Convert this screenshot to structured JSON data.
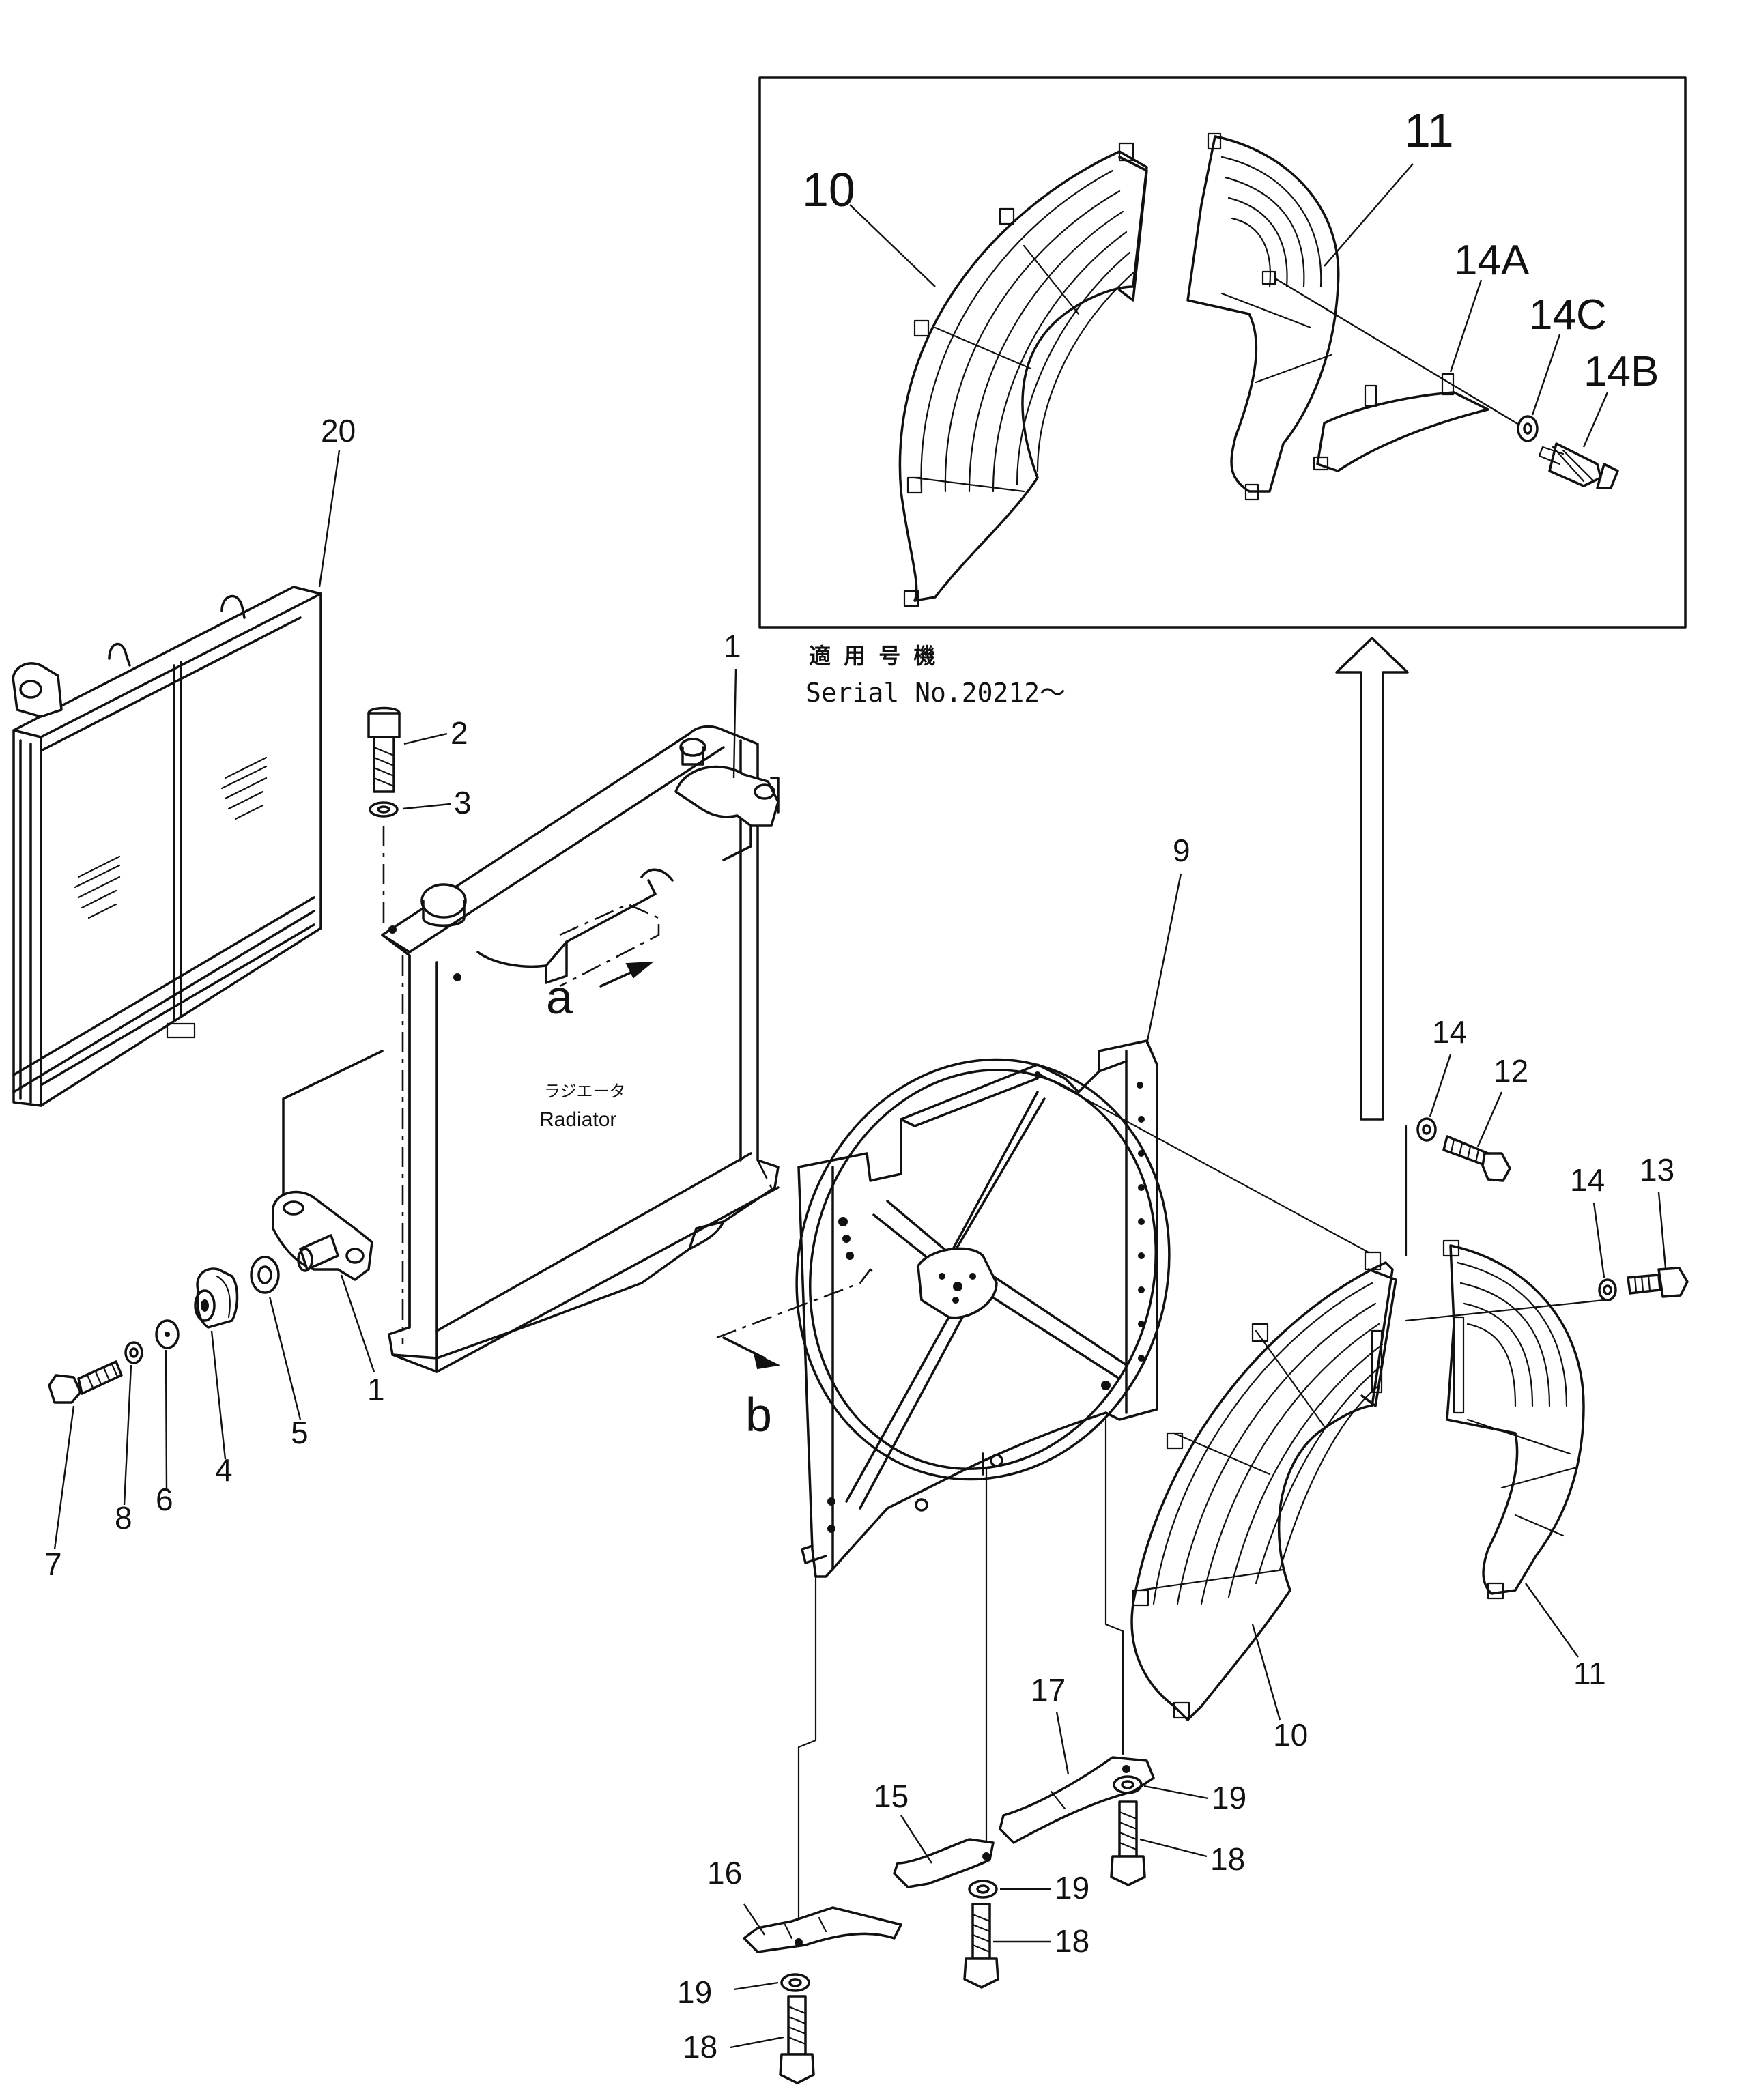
{
  "labels": {
    "p1_top": "1",
    "p1_bottom": "1",
    "p2": "2",
    "p3": "3",
    "p4": "4",
    "p5": "5",
    "p6": "6",
    "p7": "7",
    "p8": "8",
    "p9": "9",
    "p10_inset": "10",
    "p10_main": "10",
    "p11_inset": "11",
    "p11_main": "11",
    "p12": "12",
    "p13": "13",
    "p14_a": "14",
    "p14_b": "14",
    "p14A": "14A",
    "p14B": "14B",
    "p14C": "14C",
    "p15": "15",
    "p16": "16",
    "p17": "17",
    "p18_a": "18",
    "p18_b": "18",
    "p18_c": "18",
    "p19_a": "19",
    "p19_b": "19",
    "p19_c": "19",
    "p20": "20",
    "view_a": "a",
    "view_b": "b"
  },
  "radiator": {
    "label_jp": "ラジエータ",
    "label_en": "Radiator"
  },
  "inset": {
    "serial_jp": "適 用 号 機",
    "serial_en": "Serial No.20212～"
  }
}
